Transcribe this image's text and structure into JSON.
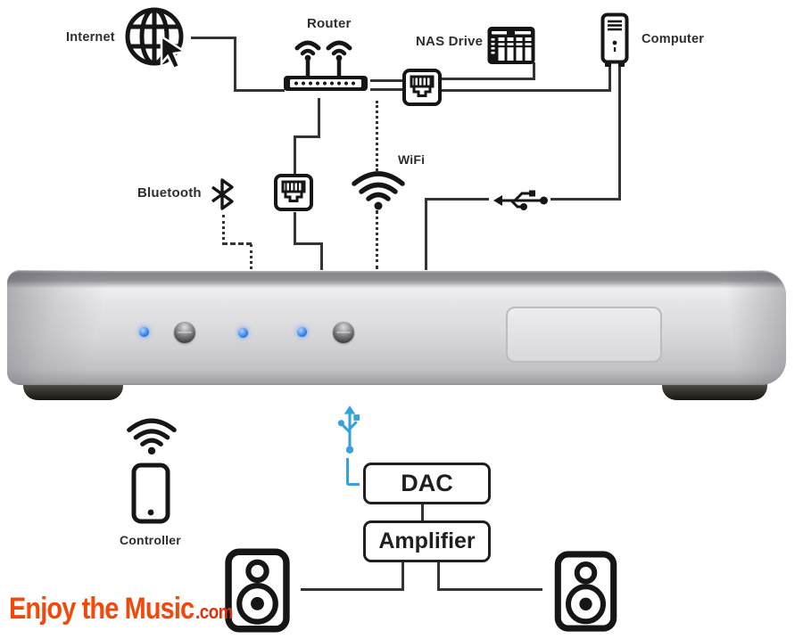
{
  "diagram": {
    "title_hint": "Network streamer connection diagram",
    "nodes": {
      "internet": "Internet",
      "router": "Router",
      "nas_drive": "NAS Drive",
      "computer": "Computer",
      "bluetooth": "Bluetooth",
      "wifi": "WiFi",
      "controller": "Controller",
      "dac": "DAC",
      "amplifier": "Amplifier"
    },
    "icons": [
      "globe-cursor-icon",
      "router-icon",
      "ethernet-jack-icon",
      "nas-icon",
      "computer-tower-icon",
      "bluetooth-icon",
      "wifi-icon",
      "usb-icon",
      "usb-blue-icon",
      "phone-icon",
      "speaker-icon"
    ],
    "connections": [
      {
        "from": "internet",
        "to": "router",
        "style": "solid"
      },
      {
        "from": "router",
        "to": "ethernet-port-upper",
        "style": "double-line"
      },
      {
        "from": "ethernet-port-upper",
        "to": "nas_drive",
        "style": "solid"
      },
      {
        "from": "ethernet-port-upper",
        "to": "computer",
        "style": "solid"
      },
      {
        "from": "computer",
        "to": "usb-symbol",
        "style": "solid"
      },
      {
        "from": "usb-symbol",
        "to": "streamer",
        "style": "solid"
      },
      {
        "from": "router",
        "to": "ethernet-port-lower",
        "style": "solid"
      },
      {
        "from": "ethernet-port-lower",
        "to": "streamer",
        "style": "solid"
      },
      {
        "from": "wifi",
        "to": "streamer",
        "style": "dotted"
      },
      {
        "from": "bluetooth",
        "to": "streamer",
        "style": "dotted"
      },
      {
        "from": "streamer",
        "to": "dac",
        "style": "usb-blue"
      },
      {
        "from": "dac",
        "to": "amplifier",
        "style": "solid"
      },
      {
        "from": "amplifier",
        "to": "left-speaker",
        "style": "solid"
      },
      {
        "from": "amplifier",
        "to": "right-speaker",
        "style": "solid"
      }
    ]
  },
  "device": {
    "leds": 3,
    "buttons": 2,
    "led_color": "#2f7ce8"
  },
  "logo": {
    "main": "Enjoy the Music",
    "suffix": ".com"
  },
  "colors": {
    "line": "#343434",
    "icon": "#161616",
    "usb_blue": "#35a3d9",
    "led_blue": "#2f7ce8",
    "logo_orange": "#f2480c",
    "logo_red": "#e0320a",
    "device_silver": "#d7d7da"
  }
}
